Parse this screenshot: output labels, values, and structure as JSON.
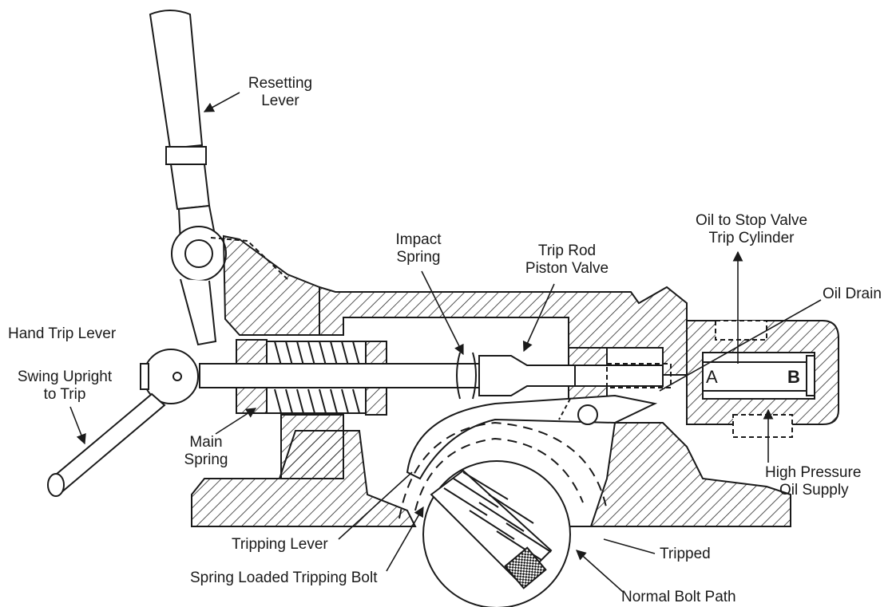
{
  "labels": {
    "resetting_lever_1": "Resetting",
    "resetting_lever_2": "Lever",
    "oil_to_stop_valve_1": "Oil to Stop Valve",
    "oil_to_stop_valve_2": "Trip Cylinder",
    "impact_spring_1": "Impact",
    "impact_spring_2": "Spring",
    "trip_rod_1": "Trip Rod",
    "trip_rod_2": "Piston Valve",
    "oil_drain": "Oil Drain",
    "hand_trip_lever": "Hand Trip Lever",
    "swing_upright_1": "Swing Upright",
    "swing_upright_2": "to Trip",
    "main_spring_1": "Main",
    "main_spring_2": "Spring",
    "high_pressure_1": "High Pressure",
    "high_pressure_2": "Oil Supply",
    "tripping_lever": "Tripping Lever",
    "tripped": "Tripped",
    "spring_loaded_bolt": "Spring Loaded Tripping Bolt",
    "normal_bolt_path": "Normal Bolt Path",
    "chamber_a": "A",
    "chamber_b": "B"
  },
  "colors": {
    "line": "#1a1a1a",
    "hatch": "#2a2a2a",
    "background": "#ffffff"
  }
}
